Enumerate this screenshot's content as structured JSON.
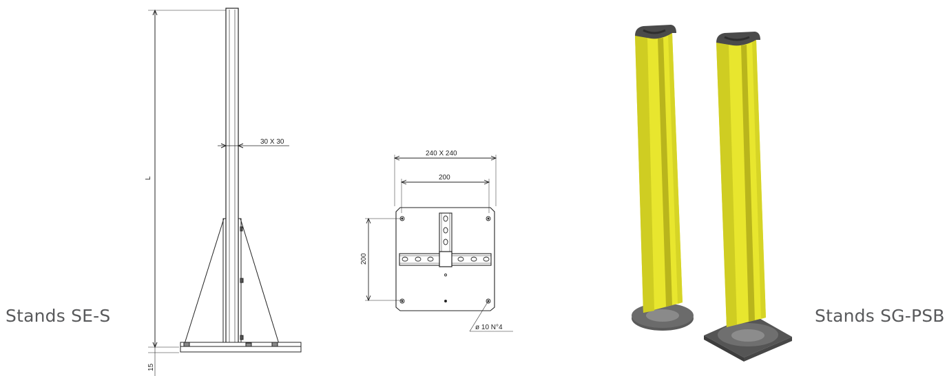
{
  "captions": {
    "left": "Stands SE-S",
    "right": "Stands SG-PSB"
  },
  "side_view": {
    "height_label": "L",
    "base_label": "15",
    "profile_label": "30 X 30"
  },
  "top_view": {
    "plate_label": "240 X 240",
    "hole_spacing_x": "200",
    "hole_spacing_y": "200",
    "hole_label": "ø 10 N°4"
  },
  "colors": {
    "caption": "#58595b",
    "yellow": "#e8e62e",
    "yellow_dark": "#b9b51c",
    "base_gray": "#555555"
  }
}
